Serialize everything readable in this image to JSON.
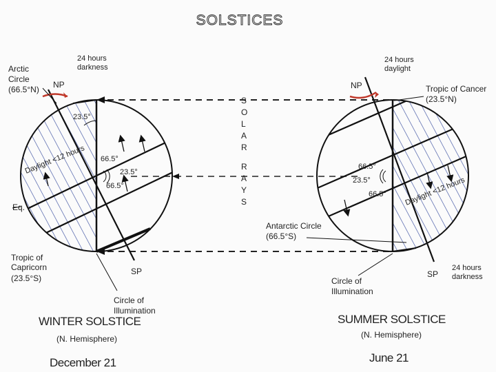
{
  "title": "SOLSTICES",
  "solar_rays_letters": [
    "S",
    "O",
    "L",
    "A",
    "R",
    "",
    "R",
    "A",
    "Y",
    "S"
  ],
  "winter": {
    "heading": "WINTER SOLSTICE",
    "hemisphere": "(N. Hemisphere)",
    "date": "December 21",
    "arctic_circle": [
      "Arctic",
      "Circle",
      "(66.5°N)"
    ],
    "darkness": [
      "24 hours",
      "darkness"
    ],
    "np": "NP",
    "sp": "SP",
    "angle_23_top": "23.5°",
    "angle_665_a": "66.5°",
    "angle_235": "23.5°",
    "angle_665_b": "66.5°",
    "daylight": "Daylight <12 hours",
    "eq": "Eq.",
    "tropic": [
      "Tropic of",
      "Capricorn",
      "(23.5°S)"
    ],
    "illumination": [
      "Circle of",
      "Illumination"
    ]
  },
  "summer": {
    "heading": "SUMMER SOLSTICE",
    "hemisphere": "(N. Hemisphere)",
    "date": "June 21",
    "daylight_24": [
      "24 hours",
      "daylight"
    ],
    "np": "NP",
    "sp": "SP",
    "tropic": [
      "Tropic of Cancer",
      "(23.5°N)"
    ],
    "angle_665_a": "66.5°",
    "angle_235": "23.5°",
    "angle_665_b": "66.5°",
    "daylight": "Daylight <12 hours",
    "antarctic": [
      "Antarctic Circle",
      "(66.5°S)"
    ],
    "illumination": [
      "Circle of",
      "Illumination"
    ],
    "darkness": [
      "24 hours",
      "darkness"
    ]
  }
}
